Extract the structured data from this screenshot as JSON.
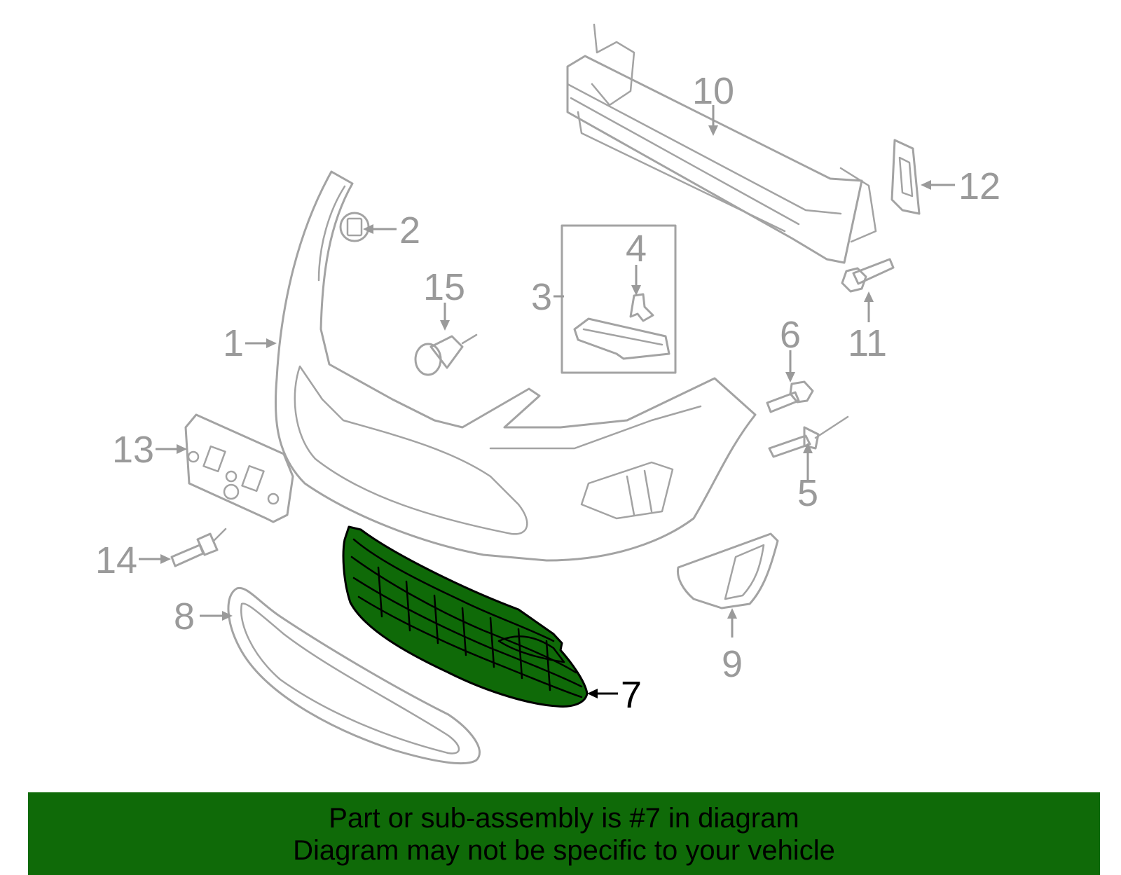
{
  "diagram": {
    "highlighted_part": "7",
    "highlight_color": "#0f6a08",
    "line_color": "#a3a3a3",
    "callouts": {
      "c1": "1",
      "c2": "2",
      "c3": "3",
      "c4": "4",
      "c5": "5",
      "c6": "6",
      "c7": "7",
      "c8": "8",
      "c9": "9",
      "c10": "10",
      "c11": "11",
      "c12": "12",
      "c13": "13",
      "c14": "14",
      "c15": "15"
    }
  },
  "footer": {
    "line1": "Part or sub-assembly is #7 in diagram",
    "line2": "Diagram may not be specific to your vehicle"
  }
}
